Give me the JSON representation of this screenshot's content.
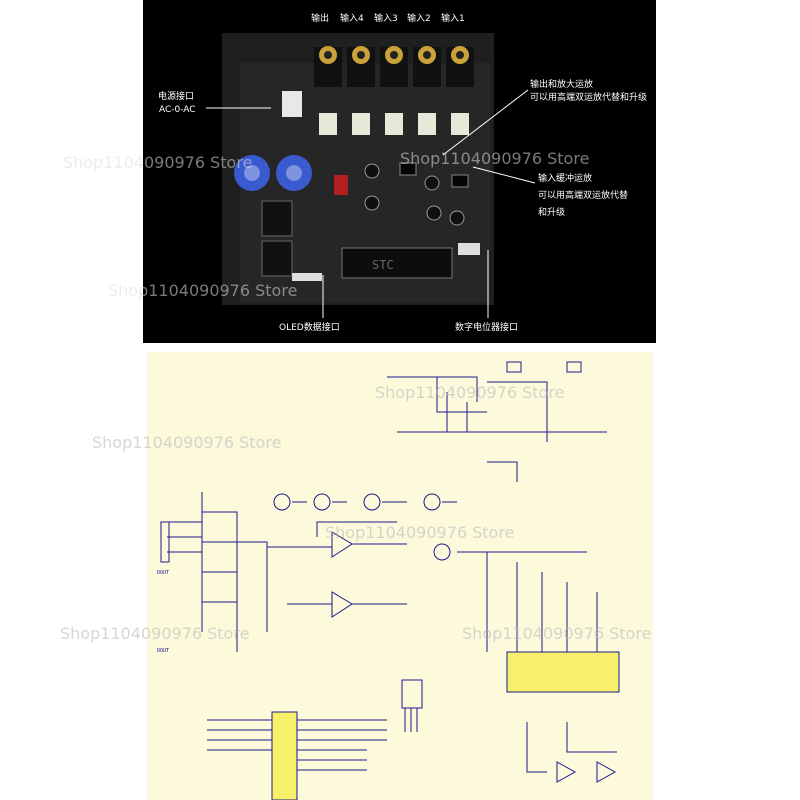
{
  "board_panel": {
    "port_labels": [
      "输出",
      "输入4",
      "输入3",
      "输入2",
      "输入1"
    ],
    "power_label_line1": "电源接口",
    "power_label_line2": "AC-0-AC",
    "opamp_output_line1": "输出和放大运放",
    "opamp_output_line2": "可以用高端双运放代替和升级",
    "opamp_input_line1": "输入缓冲运放",
    "opamp_input_line2": "可以用高端双运放代替",
    "opamp_input_line3": "和升级",
    "oled_label": "OLED数据接口",
    "pot_label": "数字电位器接口",
    "chip_text": "STC"
  },
  "watermark": "Shop1104090976 Store",
  "schematic": {
    "labels": {
      "dout1": "DOUT",
      "dout2": "DOUT"
    }
  },
  "colors": {
    "panel_bg": "#000000",
    "pcb": "#1c1c1c",
    "rca_gold": "#c9a23a",
    "schematic_bg": "#fdfadc",
    "wire": "#1a1a8a",
    "chip_fill": "#f7f06a"
  }
}
